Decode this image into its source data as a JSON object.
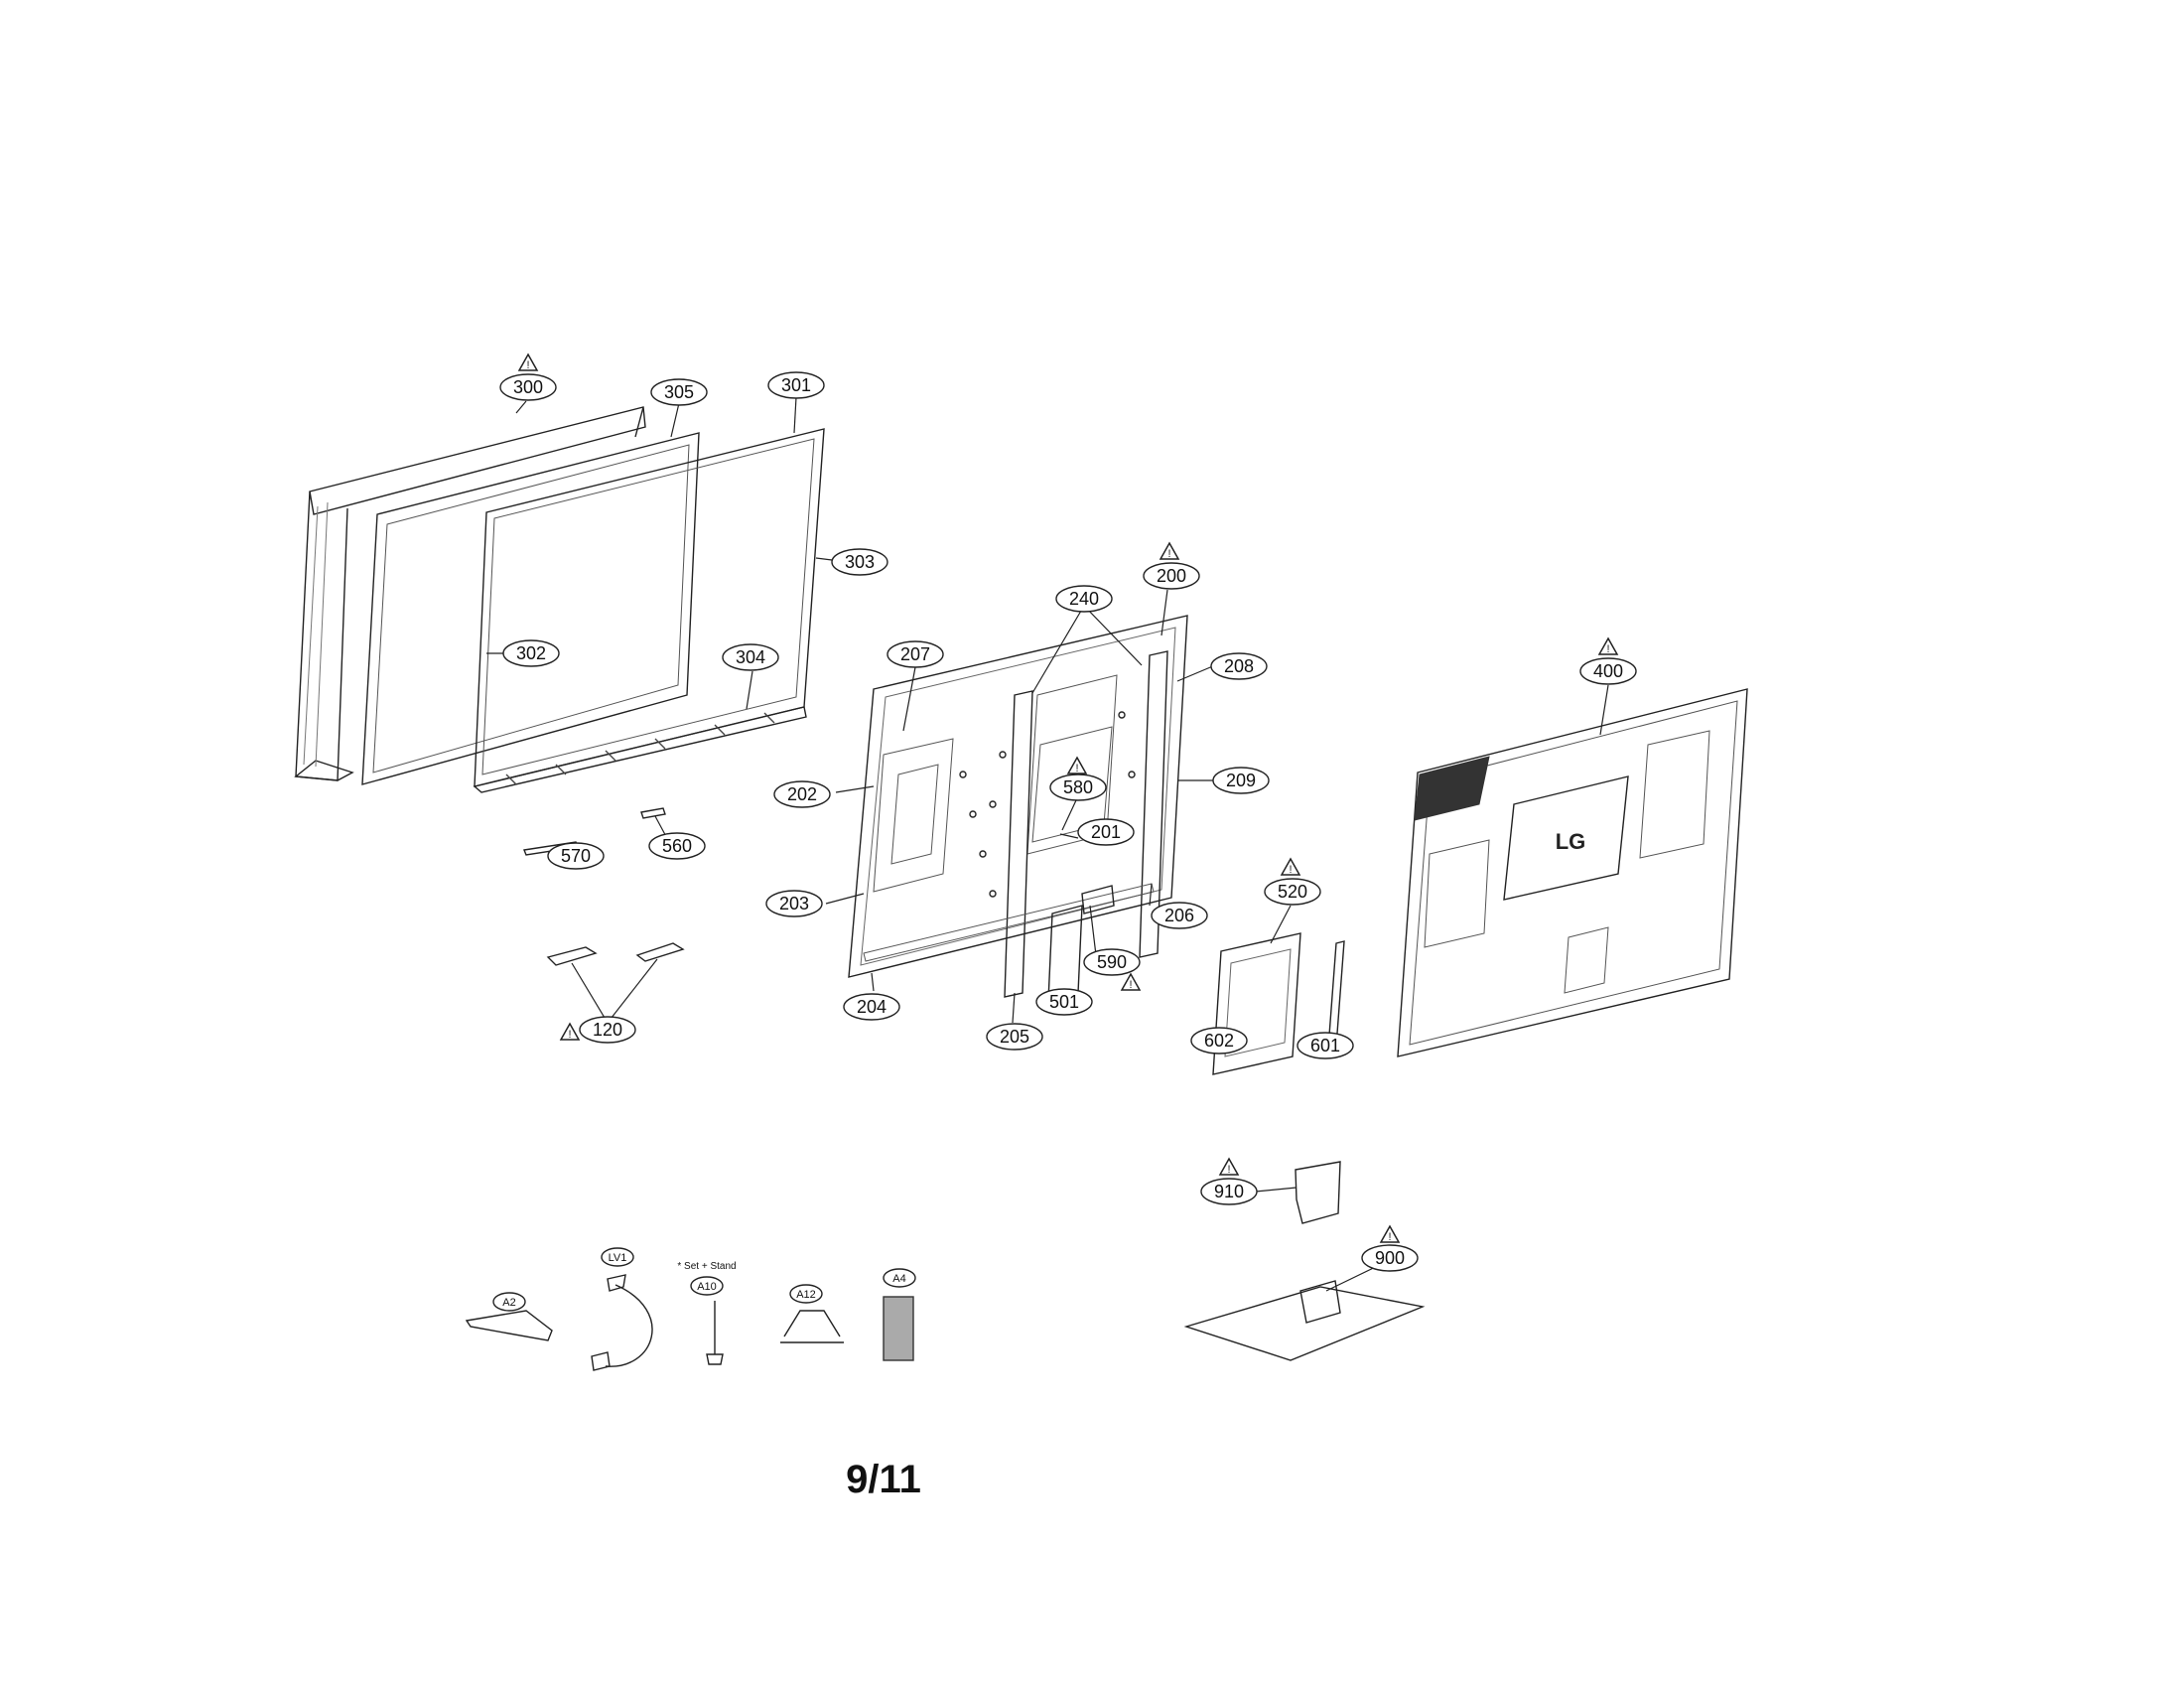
{
  "diagram": {
    "colors": {
      "line": "#222222",
      "light": "#777777",
      "bg": "#ffffff"
    },
    "callouts": {
      "c300": "300",
      "c305": "305",
      "c301": "301",
      "c303": "303",
      "c302": "302",
      "c304": "304",
      "c570": "570",
      "c560": "560",
      "c120": "120",
      "c200": "200",
      "c240": "240",
      "c207": "207",
      "c208": "208",
      "c202": "202",
      "c580": "580",
      "c209": "209",
      "c201": "201",
      "c203": "203",
      "c206": "206",
      "c590": "590",
      "c204": "204",
      "c501": "501",
      "c205": "205",
      "c520": "520",
      "c602": "602",
      "c601": "601",
      "c400": "400",
      "c910": "910",
      "c900": "900",
      "a2": "A2",
      "lv1": "LV1",
      "a10": "A10",
      "a12": "A12",
      "a4": "A4"
    },
    "notes": {
      "set_stand": "* Set + Stand",
      "brand": "LG"
    }
  },
  "footer": {
    "page_number": "9/11"
  }
}
